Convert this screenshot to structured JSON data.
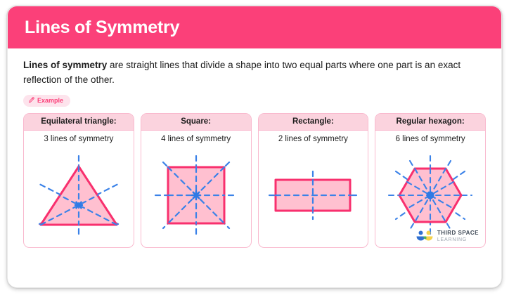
{
  "header": {
    "title": "Lines of Symmetry",
    "bg_color": "#fb4079",
    "text_color": "#ffffff"
  },
  "body": {
    "lead_bold": "Lines of symmetry",
    "lead_rest": " are straight lines that divide a shape into two equal parts where one part is an exact reflection of the other."
  },
  "badge": {
    "label": "Example",
    "icon": "pencil-icon",
    "bg_color": "#fde3ec",
    "text_color": "#fb4079"
  },
  "theme": {
    "shape_fill": "#ffc0d0",
    "shape_stroke": "#f8306e",
    "symmetry_line": "#3b82e8",
    "card_head_bg": "#fbd3de",
    "card_border": "#f9b9ce"
  },
  "cards": [
    {
      "title": "Equilateral triangle:",
      "subtitle": "3 lines of symmetry",
      "shape": "equilateral-triangle",
      "lines_of_symmetry": 3
    },
    {
      "title": "Square:",
      "subtitle": "4 lines of symmetry",
      "shape": "square",
      "lines_of_symmetry": 4
    },
    {
      "title": "Rectangle:",
      "subtitle": "2 lines of symmetry",
      "shape": "rectangle",
      "lines_of_symmetry": 2
    },
    {
      "title": "Regular hexagon:",
      "subtitle": "6 lines of symmetry",
      "shape": "regular-hexagon",
      "lines_of_symmetry": 6
    }
  ],
  "logo": {
    "line1": "THIRD SPACE",
    "line2": "LEARNING",
    "blue": "#2f6fd0",
    "yellow": "#f5d24b",
    "green": "#4bb05f"
  }
}
